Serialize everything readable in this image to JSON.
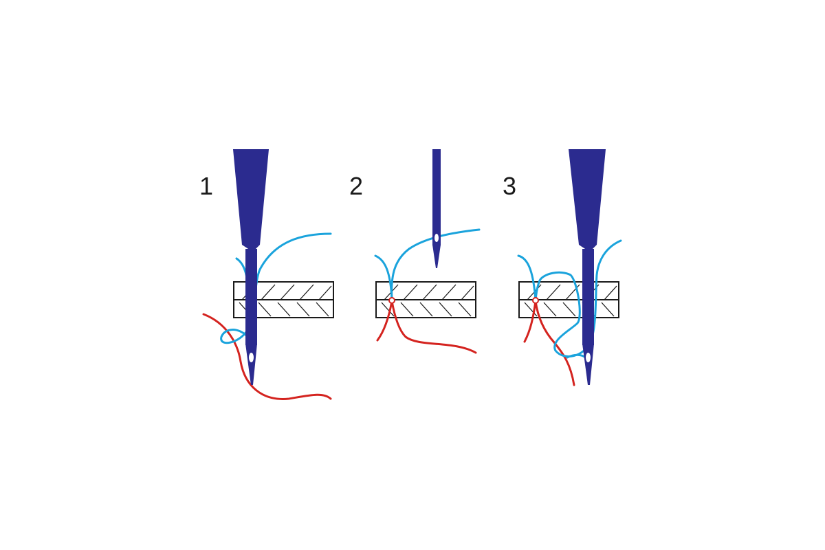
{
  "steps": [
    {
      "label": "1"
    },
    {
      "label": "2"
    },
    {
      "label": "3"
    }
  ],
  "colors": {
    "needle": "#2b2b8f",
    "upper_thread": "#1aa3dc",
    "lower_thread": "#d4231f",
    "fabric_line": "#1a1a1a",
    "background": "#ffffff"
  },
  "icons": {
    "needle": "sewing-needle-icon",
    "fabric": "fabric-layers-icon"
  }
}
